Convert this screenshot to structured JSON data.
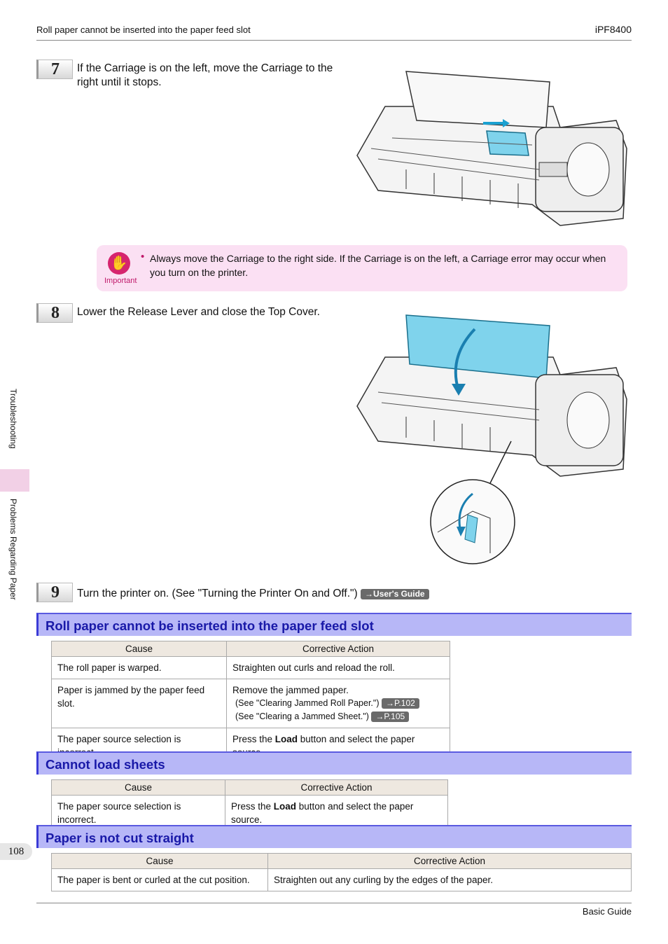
{
  "header": {
    "left": "Roll paper cannot be inserted into the paper feed slot",
    "right": "iPF8400"
  },
  "footer": {
    "right": "Basic Guide",
    "page": "108"
  },
  "sidebar": {
    "chapter": "Troubleshooting",
    "section": "Problems Regarding Paper"
  },
  "steps": [
    {
      "num": "7",
      "text": "If the Carriage is on the left, move the Carriage to the right until it stops."
    },
    {
      "num": "8",
      "text": "Lower the Release Lever and close the Top Cover."
    },
    {
      "num": "9",
      "text": "Turn the printer on.  (See \"Turning the Printer On and Off.\")",
      "ref": "→User's Guide"
    }
  ],
  "important": {
    "label": "Important",
    "bullet": "•",
    "text": "Always move the Carriage to the right side. If the Carriage is on the left, a Carriage error may occur when you turn on the printer."
  },
  "sections": [
    {
      "title": "Roll paper cannot be inserted into the paper feed slot"
    },
    {
      "title": "Cannot load sheets"
    },
    {
      "title": "Paper is not cut straight"
    }
  ],
  "table_headers": {
    "cause": "Cause",
    "action": "Corrective Action"
  },
  "table1": {
    "r1c": "The roll paper is warped.",
    "r1a": "Straighten out curls and reload the roll.",
    "r2c": "Paper is jammed by the paper feed slot.",
    "r2a": "Remove the jammed paper.",
    "r2a2": "(See \"Clearing Jammed Roll Paper.\")",
    "r2ref2": "→P.102",
    "r2a3": "(See \"Clearing a Jammed Sheet.\")",
    "r2ref3": "→P.105",
    "r3c": "The paper source selection is incorrect.",
    "r3a_pre": "Press the ",
    "r3a_bold": "Load",
    "r3a_post": " button and select the paper source."
  },
  "table2": {
    "r1c": "The paper source selection is incorrect.",
    "r1a_pre": "Press the ",
    "r1a_bold": "Load",
    "r1a_post": " button and select the paper source."
  },
  "table3": {
    "r1c": "The paper is bent or curled at the cut position.",
    "r1a": "Straighten out any curling by the edges of the paper."
  },
  "colors": {
    "section_bg": "#b7b7f7",
    "section_text": "#1919a8",
    "important_bg": "#fbe0f3",
    "important_accent": "#d6246e",
    "highlight": "#7fd3ec"
  }
}
